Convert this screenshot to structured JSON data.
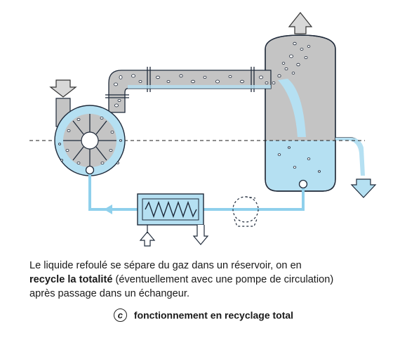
{
  "caption": {
    "part1": "Le liquide refoulé se sépare du gaz dans un réservoir, on en",
    "bold": "recycle la totalité",
    "part2": " (éventuellement avec une pompe de circulation)",
    "part3": "après passage dans un échangeur."
  },
  "figure": {
    "letter": "c",
    "title": "fonctionnement en recyclage total"
  },
  "colors": {
    "liquid": "#b5e0f2",
    "liquid_line": "#8fd0ec",
    "gas": "#c4c4c4",
    "outline": "#1f2a3a"
  }
}
